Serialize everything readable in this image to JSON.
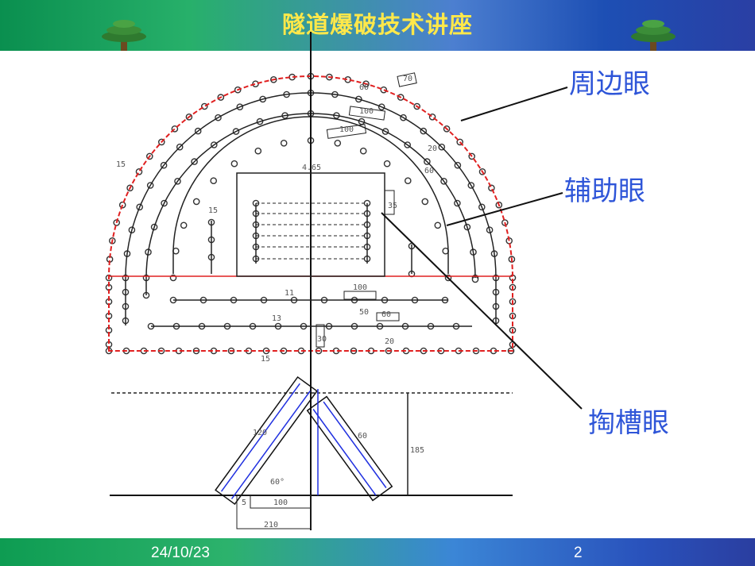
{
  "header": {
    "title": "隧道爆破技术讲座"
  },
  "footer": {
    "date": "24/10/23",
    "page": "2"
  },
  "callouts": {
    "perimeter": "周边眼",
    "auxiliary": "辅助眼",
    "cut": "掏槽眼"
  },
  "dim_labels": {
    "top": "70",
    "a1": "60",
    "a2": "100",
    "a3": "100",
    "a4": "20",
    "a5": "60",
    "box_top": "4.65",
    "box_right": "35",
    "left_num": "15",
    "inner_left": "15",
    "row1": "11",
    "row1_dim": "100",
    "row2": "13",
    "mid_dim": "50",
    "row2_dim": "60",
    "small_v": "30",
    "bottom_dim": "20",
    "bottom": "15",
    "w_left": "120",
    "w_right": "60",
    "h_right": "185",
    "angle": "60°",
    "base1": "100",
    "base2": "210",
    "base_small": "5"
  },
  "colors": {
    "perimeter": "#e02020",
    "lines": "#222222",
    "cut_lines": "#2030e0",
    "accent": "#2e55d8"
  }
}
